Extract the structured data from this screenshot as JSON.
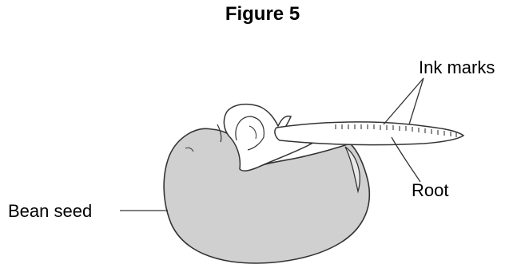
{
  "figure": {
    "title": "Figure 5"
  },
  "labels": {
    "ink_marks": "Ink marks",
    "root": "Root",
    "bean_seed": "Bean seed"
  },
  "colors": {
    "seed_fill": "#d0d0d0",
    "outline": "#333333"
  },
  "elements": [
    "bean-seed",
    "shoot-hook",
    "root",
    "ink-marks"
  ]
}
